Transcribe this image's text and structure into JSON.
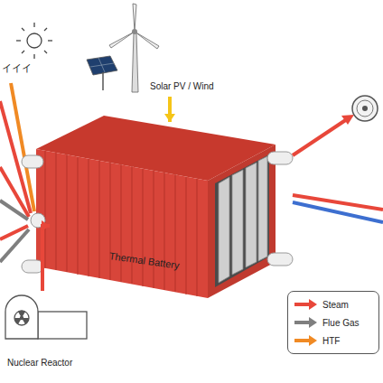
{
  "diagram": {
    "nodes": [
      {
        "text": [
          "Solar PV / Wind"
        ]
      },
      {
        "text": [
          "Thermal Battery"
        ]
      },
      {
        "text": [
          "Nuclear Reactor"
        ]
      }
    ],
    "edges": [
      {
        "from": 0,
        "to": 1,
        "arrow": "to"
      },
      {
        "from": 2,
        "to": 1,
        "arrow": "to"
      }
    ],
    "labels": [
      "イイイ"
    ],
    "legend": [
      {
        "text": "Steam",
        "color": "#e8473a"
      },
      {
        "text": "Flue Gas",
        "color": "#7f7f7f"
      },
      {
        "text": "HTF",
        "color": "#f08a24"
      }
    ]
  }
}
